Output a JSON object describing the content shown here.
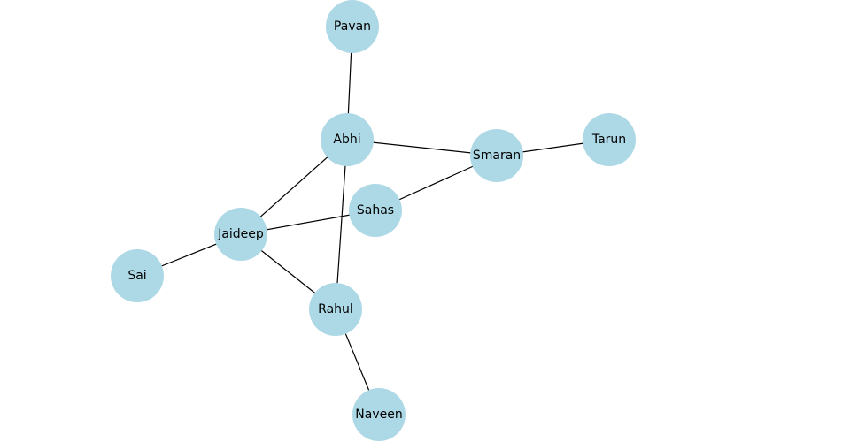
{
  "graph": {
    "node_color": "#add8e6",
    "edge_color": "#000000",
    "nodes": [
      {
        "id": "Pavan",
        "label": "Pavan"
      },
      {
        "id": "Abhi",
        "label": "Abhi"
      },
      {
        "id": "Smaran",
        "label": "Smaran"
      },
      {
        "id": "Tarun",
        "label": "Tarun"
      },
      {
        "id": "Sahas",
        "label": "Sahas"
      },
      {
        "id": "Jaideep",
        "label": "Jaideep"
      },
      {
        "id": "Sai",
        "label": "Sai"
      },
      {
        "id": "Rahul",
        "label": "Rahul"
      },
      {
        "id": "Naveen",
        "label": "Naveen"
      }
    ],
    "edges": [
      {
        "source": "Pavan",
        "target": "Abhi"
      },
      {
        "source": "Abhi",
        "target": "Smaran"
      },
      {
        "source": "Smaran",
        "target": "Tarun"
      },
      {
        "source": "Smaran",
        "target": "Sahas"
      },
      {
        "source": "Abhi",
        "target": "Jaideep"
      },
      {
        "source": "Abhi",
        "target": "Rahul"
      },
      {
        "source": "Jaideep",
        "target": "Sahas"
      },
      {
        "source": "Jaideep",
        "target": "Sai"
      },
      {
        "source": "Jaideep",
        "target": "Rahul"
      },
      {
        "source": "Rahul",
        "target": "Naveen"
      }
    ]
  }
}
